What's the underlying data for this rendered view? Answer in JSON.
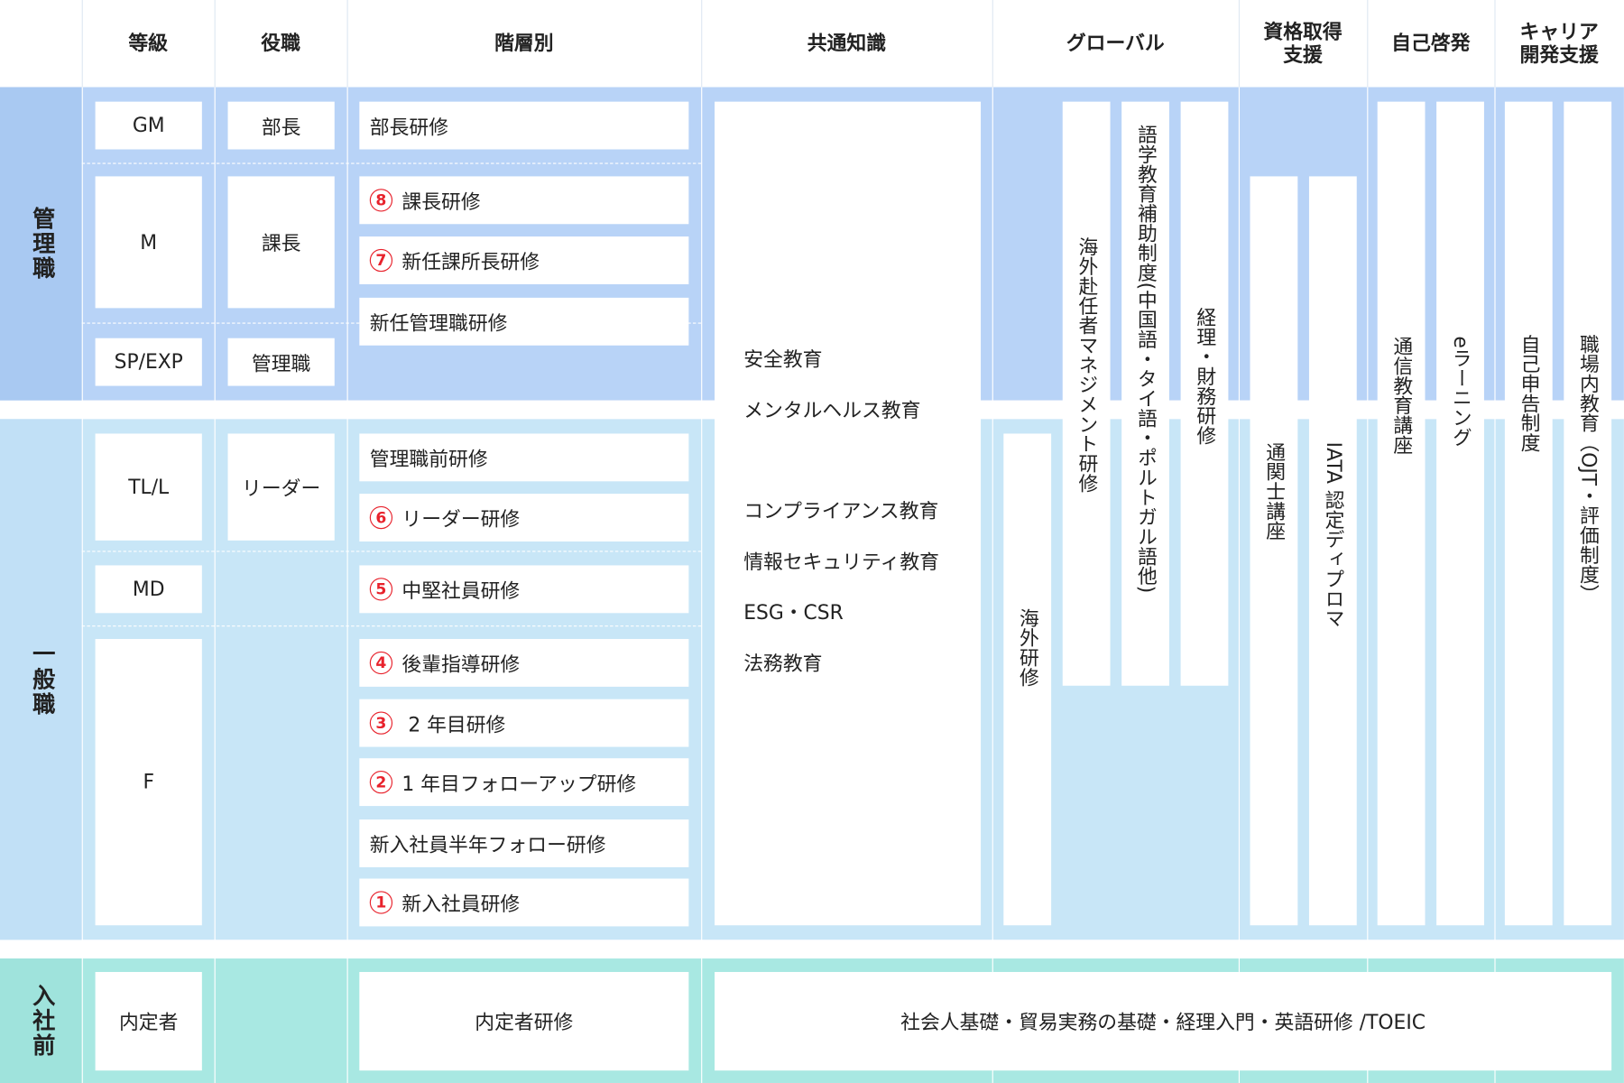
{
  "headers": {
    "grade": "等級",
    "position": "役職",
    "tier": "階層別",
    "common": "共通知識",
    "global": "グローバル",
    "qualification": "資格取得\n支援",
    "self_dev": "自己啓発",
    "career": "キャリア\n開発支援"
  },
  "groups": {
    "management": "管理職",
    "general": "一般職",
    "pre_join": "入社前"
  },
  "grades": [
    "GM",
    "M",
    "SP/EXP",
    "TL/L",
    "MD",
    "F",
    "内定者"
  ],
  "positions": [
    "部長",
    "課長",
    "管理職",
    "リーダー"
  ],
  "tier_trainings": [
    {
      "num": "",
      "label": "部長研修"
    },
    {
      "num": "⑧",
      "label": "課長研修"
    },
    {
      "num": "⑦",
      "label": "新任課所長研修"
    },
    {
      "num": "",
      "label": "新任管理職研修"
    },
    {
      "num": "",
      "label": "管理職前研修"
    },
    {
      "num": "⑥",
      "label": "リーダー研修"
    },
    {
      "num": "⑤",
      "label": "中堅社員研修"
    },
    {
      "num": "④",
      "label": "後輩指導研修"
    },
    {
      "num": "③",
      "label": " 2 年目研修"
    },
    {
      "num": "②",
      "label": "1 年目フォローアップ研修"
    },
    {
      "num": "",
      "label": "新入社員半年フォロー研修"
    },
    {
      "num": "①",
      "label": "新入社員研修"
    }
  ],
  "common_knowledge": [
    "安全教育",
    "メンタルヘルス教育",
    "コンプライアンス教育",
    "情報セキュリティ教育",
    "ESG・CSR",
    "法務教育"
  ],
  "global_items": {
    "overseas_training": "海外研修",
    "expat_management": "海外赴任者マネジメント研修",
    "language_aid": "語学教育補助制度(中国語・タイ語・ポルトガル語他)",
    "accounting": "経理・財務研修"
  },
  "qualification_items": [
    "通関士講座",
    "IATA 認定ディプロマ"
  ],
  "self_dev_items": [
    "通信教育講座",
    "eラーニング"
  ],
  "career_items": [
    "自己申告制度",
    "職場内教育（OJT・評価制度）"
  ],
  "pre_join": {
    "tier": "内定者研修",
    "common": "社会人基礎・貿易実務の基礎・経理入門・英語研修 /TOEIC"
  },
  "colors": {
    "management_band": "#b8d3f7",
    "general_band": "#c8e6f7",
    "pre_join_band": "#a8e8e2",
    "management_label_bg": "#a9c9f2",
    "number_circle": "#e8222c"
  }
}
